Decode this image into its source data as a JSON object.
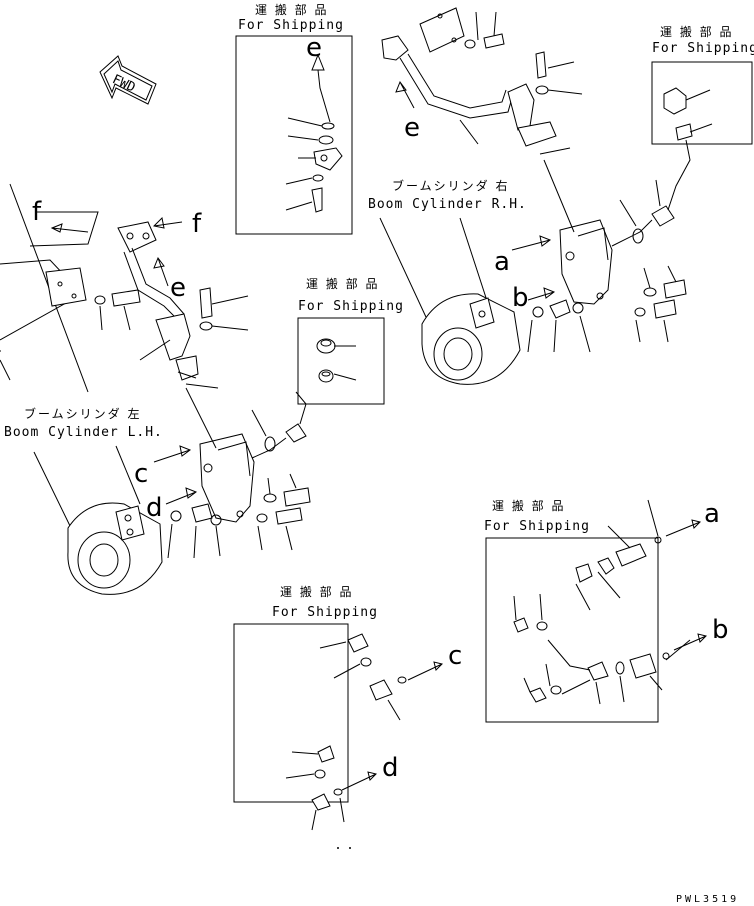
{
  "fwd_label": "FWD",
  "shipping_boxes": [
    {
      "jp": "運 搬 部 品",
      "en": "For Shipping"
    },
    {
      "jp": "運 搬 部 品",
      "en": "For Shipping"
    },
    {
      "jp": "運 搬 部 品",
      "en": "For Shipping"
    },
    {
      "jp": "運 搬 部 品",
      "en": "For Shipping"
    },
    {
      "jp": "運 搬 部 品",
      "en": "For Shipping"
    }
  ],
  "cylinders": {
    "rh": {
      "jp": "ブームシリンダ 右",
      "en": "Boom Cylinder R.H."
    },
    "lh": {
      "jp": "ブームシリンダ 左",
      "en": "Boom Cylinder L.H."
    }
  },
  "ref_letters": {
    "a": "a",
    "b": "b",
    "c": "c",
    "d": "d",
    "e": "e",
    "f": "f"
  },
  "drawing_code": "PWL3519"
}
